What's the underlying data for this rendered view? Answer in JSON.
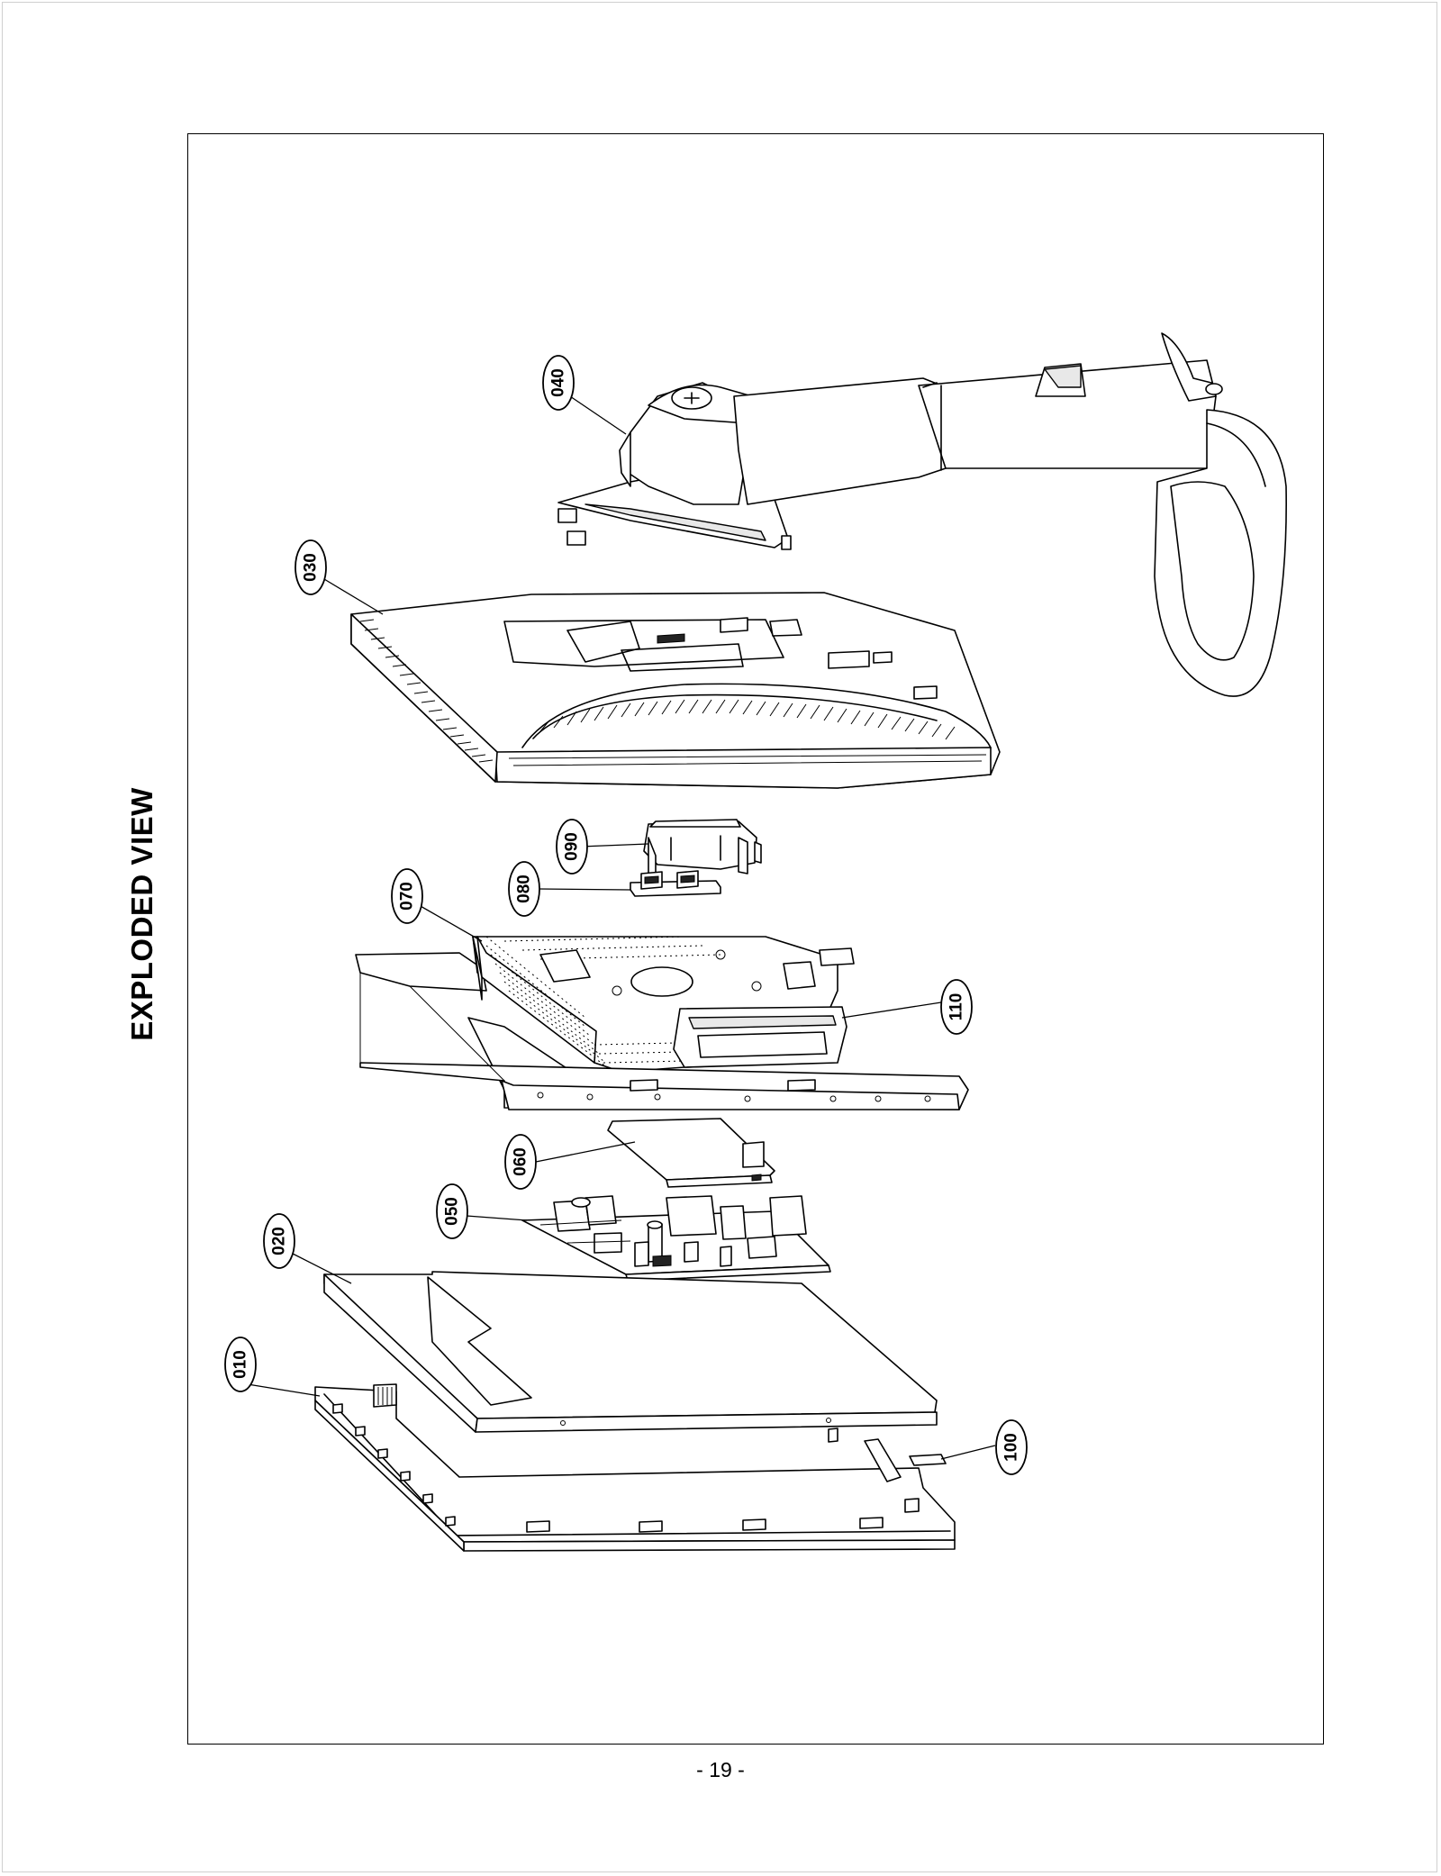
{
  "page": {
    "title": "EXPLODED VIEW",
    "page_number": "- 19 -"
  },
  "callouts": {
    "c010": "010",
    "c020": "020",
    "c030": "030",
    "c040": "040",
    "c050": "050",
    "c060": "060",
    "c070": "070",
    "c080": "080",
    "c090": "090",
    "c100": "100",
    "c110": "110"
  }
}
